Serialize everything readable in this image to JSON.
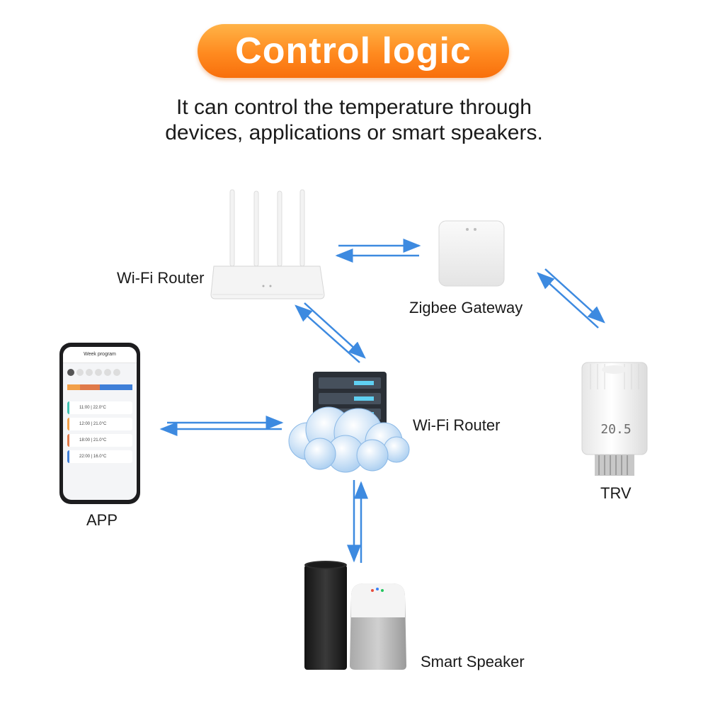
{
  "title": "Control logic",
  "subtitle_line1": "It can control the temperature through",
  "subtitle_line2": "devices, applications or smart speakers.",
  "nodes": {
    "wifi_router": "Wi-Fi Router",
    "zigbee_gateway": "Zigbee Gateway",
    "cloud_server": "Wi-Fi Router",
    "app": "APP",
    "trv": "TRV",
    "smart_speaker": "Smart Speaker"
  },
  "colors": {
    "accent": "#ff8a1f",
    "arrow": "#3d8ae0"
  },
  "app_screen": {
    "header": "Week program",
    "rows": [
      "11:00 | 22.0°C",
      "12:00 | 21.0°C",
      "18:00 | 21.0°C",
      "22:00 | 16.0°C"
    ]
  },
  "trv_display": "20.5"
}
